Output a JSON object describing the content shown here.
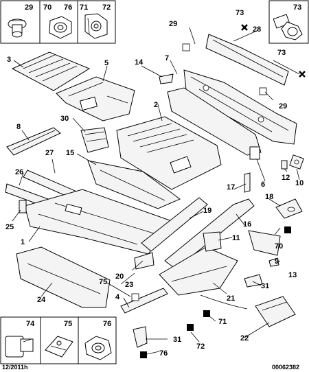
{
  "callouts": {
    "c2": "2",
    "c3": "3",
    "c4": "4",
    "c5": "5",
    "c6": "6",
    "c7": "7",
    "c8": "8",
    "c9": "9",
    "c10": "10",
    "c11": "11",
    "c12": "12",
    "c13": "13",
    "c14": "14",
    "c15": "15",
    "c16": "16",
    "c17": "17",
    "c18": "18",
    "c19": "19",
    "c20": "20",
    "c21": "21",
    "c22": "22",
    "c23": "23",
    "c24": "24",
    "c25": "25",
    "c26": "26",
    "c27": "27",
    "c28": "28",
    "c29a": "29",
    "c29b": "29",
    "c30": "30",
    "c31a": "31",
    "c31b": "31",
    "c70": "70",
    "c71": "71",
    "c72": "72",
    "c73a": "73",
    "c73b": "73",
    "c75": "75",
    "c76": "76",
    "c1": "1"
  },
  "inset_top": {
    "i29": "29",
    "i70": "70",
    "i76": "76",
    "i71": "71",
    "i72": "72",
    "i73": "73"
  },
  "inset_bottom": {
    "i74": "74",
    "i75": "75",
    "i76": "76"
  },
  "footer": {
    "date": "12/2011h",
    "ref": "00062382"
  }
}
